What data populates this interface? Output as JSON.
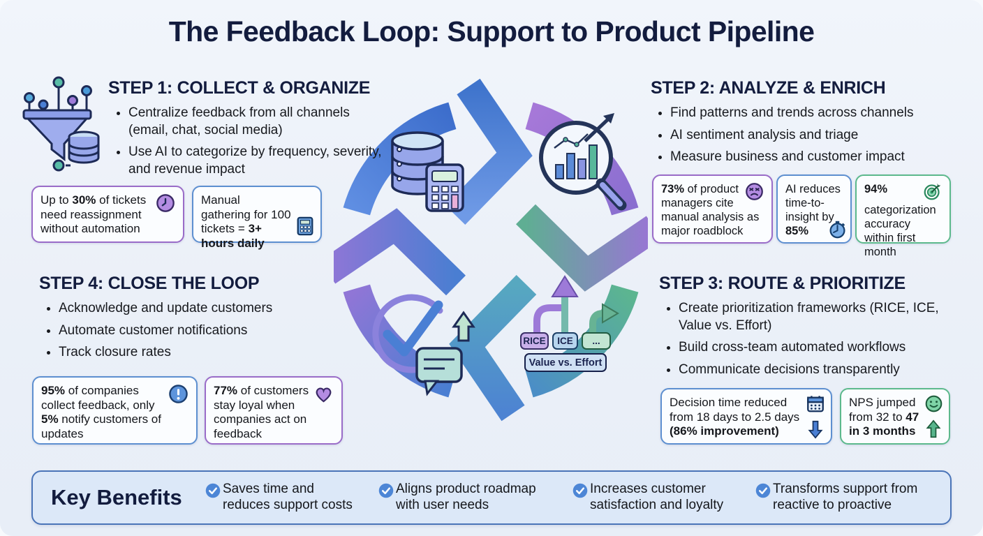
{
  "title": "The Feedback Loop: Support to Product Pipeline",
  "steps": {
    "step1": {
      "heading": "STEP 1: COLLECT & ORGANIZE",
      "bullets": [
        "Centralize feedback from all channels (email, chat, social media)",
        "Use AI to categorize by frequency, severity, and revenue impact"
      ],
      "stats": [
        {
          "text": "Up to **30%** of tickets need reassignment without automation",
          "icon": "clock-icon",
          "accent": "#9a6cc8"
        },
        {
          "text": "Manual gathering for 100 tickets = **3+ hours daily**",
          "icon": "calculator-icon",
          "accent": "#5d8fd0"
        }
      ]
    },
    "step2": {
      "heading": "STEP 2: ANALYZE & ENRICH",
      "bullets": [
        "Find patterns and trends across channels",
        "AI sentiment analysis and triage",
        "Measure business and customer impact"
      ],
      "stats": [
        {
          "text": "**73%** of product managers cite manual analysis as major roadblock",
          "icon": "angry-face-icon",
          "accent": "#9a6cc8"
        },
        {
          "text": "AI reduces time-to-insight by **85%**",
          "icon": "stopwatch-icon",
          "accent": "#5d8fd0"
        },
        {
          "text": "**94%** categorization accuracy within first month",
          "icon": "target-icon",
          "accent": "#5cb98c"
        }
      ]
    },
    "step3": {
      "heading": "STEP 3: ROUTE & PRIORITIZE",
      "bullets": [
        "Create prioritization frameworks (RICE, ICE, Value vs. Effort)",
        "Build cross-team automated workflows",
        "Communicate decisions transparently"
      ],
      "stats": [
        {
          "text": "Decision time reduced from 18 days to 2.5 days **(86% improvement)**",
          "icon": "calendar-icon",
          "icon2": "arrow-down-icon",
          "accent": "#5d8fd0"
        },
        {
          "text": "NPS jumped from 32 to **47** **in 3 months**",
          "icon": "smiley-icon",
          "icon2": "arrow-up-icon",
          "accent": "#5cb98c"
        }
      ]
    },
    "step4": {
      "heading": "STEP 4: CLOSE THE LOOP",
      "bullets": [
        "Acknowledge and update customers",
        "Automate customer notifications",
        "Track closure rates"
      ],
      "stats": [
        {
          "text": "**95%** of companies collect feedback, only **5%** notify customers of updates",
          "icon": "alert-icon",
          "accent": "#5d8fd0"
        },
        {
          "text": "**77%** of customers stay loyal when companies act on feedback",
          "icon": "heart-icon",
          "accent": "#9a6cc8"
        }
      ]
    }
  },
  "loop": {
    "chips": {
      "rice": "RICE",
      "ice": "ICE",
      "more": "..."
    },
    "value_chip": "Value vs. Effort"
  },
  "benefits": {
    "heading": "Key Benefits",
    "items": [
      "Saves time and reduces support costs",
      "Aligns product roadmap with user needs",
      "Increases customer satisfaction and loyalty",
      "Transforms support from reactive to proactive"
    ]
  },
  "colors": {
    "background": "#ebf0f8",
    "heading_navy": "#131c3e",
    "accent_purple": "#9a6cc8",
    "accent_blue": "#5d8fd0",
    "accent_green": "#5cb98c",
    "check_blue": "#4d86d6"
  }
}
